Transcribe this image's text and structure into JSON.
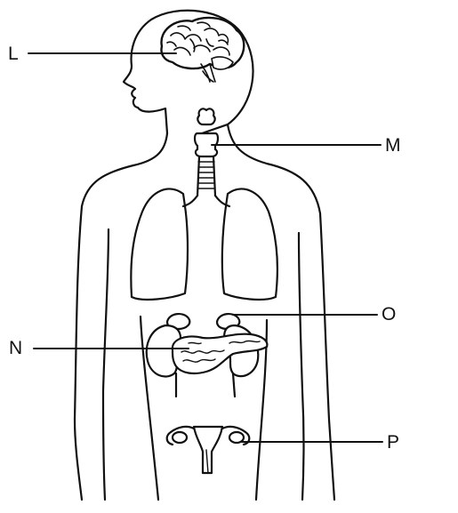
{
  "labels": {
    "L": "L",
    "M": "M",
    "N": "N",
    "O": "O",
    "P": "P"
  },
  "colors": {
    "line": "#111111",
    "background": "#ffffff"
  }
}
